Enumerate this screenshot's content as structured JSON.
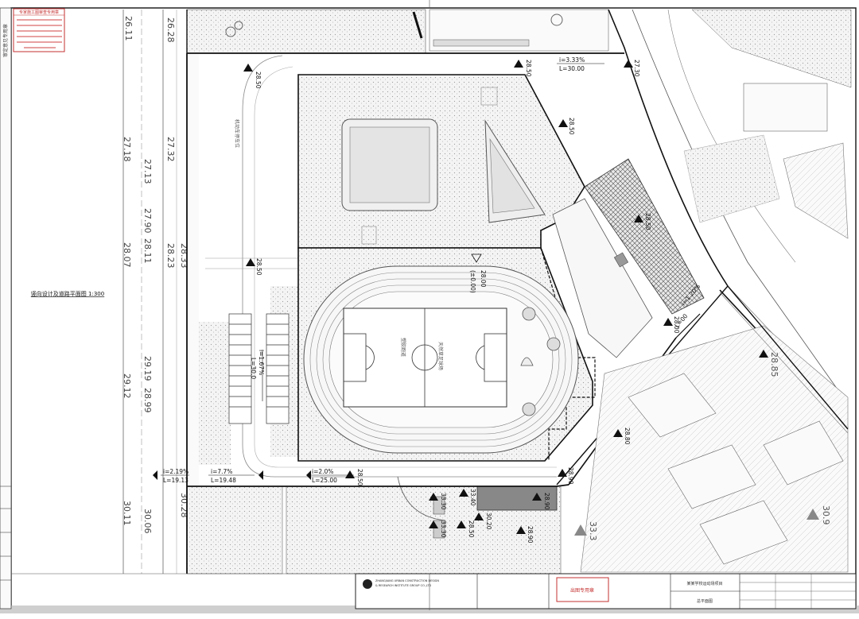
{
  "sheet": {
    "stamp_header": "专家施工图审查专用章",
    "side_strip": "审定意见专用章",
    "drawing_title": "竖向设计及道路平面图 1:300",
    "logo_line1": "ZHANGJIANG URBAN CONSTRUCTION DESIGN",
    "logo_line2": "& RESEARCH INSTITUTE GROUP CO.,LTD",
    "project_name": "某某学校运动场项目",
    "sheet_name": "总平面图",
    "red_stamp": "出图专用章"
  },
  "elevations": [
    {
      "id": "e1",
      "text": "28.50"
    },
    {
      "id": "e2",
      "text": "28.50"
    },
    {
      "id": "e3",
      "text": "27.30"
    },
    {
      "id": "e4",
      "text": "28.50"
    },
    {
      "id": "e5",
      "text": "28.50"
    },
    {
      "id": "e6",
      "text": "28.50"
    },
    {
      "id": "e7",
      "text": "28.00"
    },
    {
      "id": "e8",
      "text": "(±0.00)"
    },
    {
      "id": "e9",
      "text": "28.00"
    },
    {
      "id": "e10",
      "text": "28.85"
    },
    {
      "id": "e11",
      "text": "28.80"
    },
    {
      "id": "e12",
      "text": "28.90"
    },
    {
      "id": "e13",
      "text": "28.50"
    },
    {
      "id": "e14",
      "text": "28.90"
    },
    {
      "id": "e15",
      "text": "33.30"
    },
    {
      "id": "e16",
      "text": "33.30"
    },
    {
      "id": "e17",
      "text": "33.40"
    },
    {
      "id": "e18",
      "text": "30.20"
    },
    {
      "id": "e19",
      "text": "30.9"
    },
    {
      "id": "e20",
      "text": "33.3"
    },
    {
      "id": "e21",
      "text": "28.90"
    },
    {
      "id": "e22",
      "text": "28.50"
    }
  ],
  "slopes": [
    {
      "id": "s1",
      "grade": "i=3.33%",
      "length": "L=30.00"
    },
    {
      "id": "s2",
      "grade": "i=1.67%",
      "length": "L=30.0"
    },
    {
      "id": "s3",
      "grade": "i=2.19%",
      "length": "L=19.13"
    },
    {
      "id": "s4",
      "grade": "i=7.7%",
      "length": "L=19.48"
    },
    {
      "id": "s5",
      "grade": "i=2.0%",
      "length": "L=25.00"
    },
    {
      "id": "s6",
      "grade": "i=1.20%",
      "length": "L=00"
    }
  ],
  "road_levels": [
    "26.11",
    "26.28",
    "27.32",
    "27.18",
    "27.13",
    "27.90",
    "28.11",
    "28.07",
    "28.23",
    "28.33",
    "29.19",
    "28.99",
    "29.12",
    "30.06",
    "30.11",
    "30.28"
  ],
  "labels": {
    "field": "天然草足球场",
    "track": "塑胶跑道",
    "parking": "机动车停车位"
  }
}
